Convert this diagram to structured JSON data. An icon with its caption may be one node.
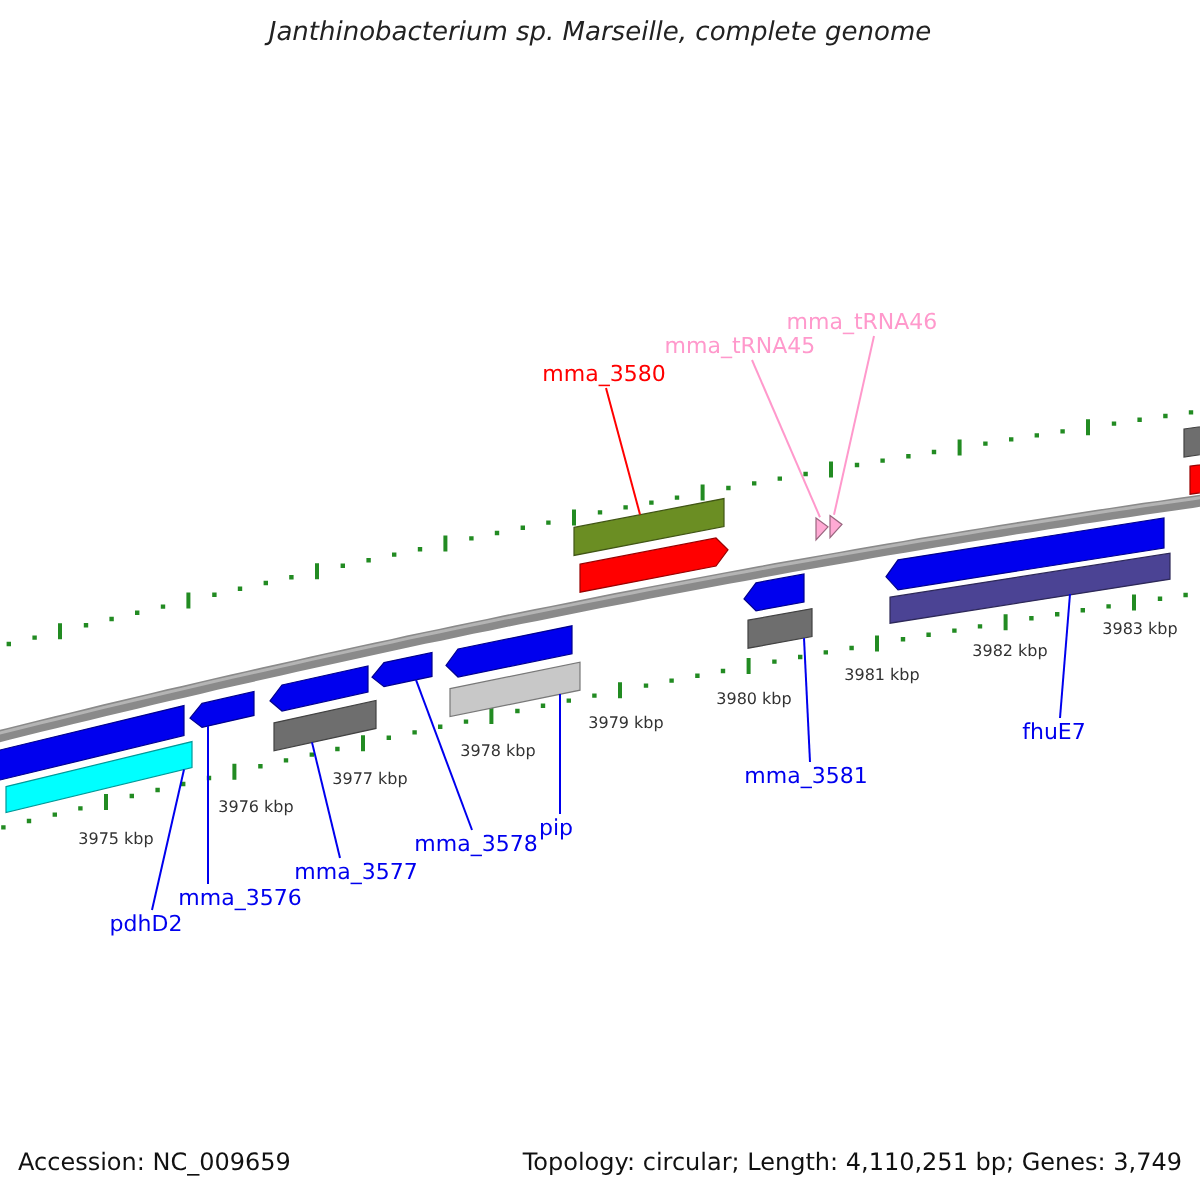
{
  "diagram": {
    "title": "Janthinobacterium sp. Marseille, complete genome",
    "nodes": [
      {
        "text": [
          "mma_3580"
        ]
      },
      {
        "text": [
          "mma_tRNA45"
        ]
      },
      {
        "text": [
          "mma_tRNA46"
        ]
      },
      {
        "text": [],
        "shape": "bar"
      },
      {
        "text": [],
        "shape": "arrow"
      },
      {
        "text": [],
        "shape": "arrow"
      },
      {
        "text": [],
        "shape": "bar"
      },
      {
        "text": [],
        "shape": "arrow"
      },
      {
        "text": [],
        "shape": "bar"
      },
      {
        "text": [],
        "shape": "arrow"
      },
      {
        "text": [],
        "shape": "bar"
      },
      {
        "text": [],
        "shape": "bar"
      },
      {
        "text": [],
        "shape": "bar"
      },
      {
        "text": [
          "pdhD2"
        ]
      },
      {
        "text": [
          "mma_3576"
        ]
      },
      {
        "text": [
          "mma_3577"
        ]
      },
      {
        "text": [
          "mma_3578"
        ]
      },
      {
        "text": [
          "pip"
        ]
      },
      {
        "text": [
          "mma_3581"
        ]
      },
      {
        "text": [
          "fhuE7"
        ]
      },
      {
        "text": [],
        "shape": "arrow"
      },
      {
        "text": [],
        "shape": "arrow"
      },
      {
        "text": [],
        "shape": "arrow"
      },
      {
        "text": [],
        "shape": "arrow"
      },
      {
        "text": [],
        "shape": "arrow"
      },
      {
        "text": [],
        "shape": "arrow"
      },
      {
        "text": [],
        "shape": "bar"
      },
      {
        "text": [],
        "shape": "bar"
      }
    ],
    "edges": [
      {
        "from": 0,
        "to": 3,
        "arrow": "none",
        "color": "#ff0000"
      },
      {
        "from": 1,
        "to": 4,
        "arrow": "none",
        "color": "#ff99cc"
      },
      {
        "from": 2,
        "to": 5,
        "arrow": "none",
        "color": "#ff99cc"
      },
      {
        "from": 13,
        "to": 6,
        "arrow": "none"
      },
      {
        "from": 14,
        "to": 7,
        "arrow": "none"
      },
      {
        "from": 15,
        "to": 8,
        "arrow": "none"
      },
      {
        "from": 16,
        "to": 9,
        "arrow": "none"
      },
      {
        "from": 17,
        "to": 10,
        "arrow": "none"
      },
      {
        "from": 18,
        "to": 11,
        "arrow": "none"
      },
      {
        "from": 19,
        "to": 12,
        "arrow": "none"
      }
    ],
    "labels": [
      "3983 kbp",
      "3982 kbp",
      "3981 kbp",
      "3980 kbp",
      "3979 kbp",
      "3978 kbp",
      "3977 kbp",
      "3976 kbp",
      "3975 kbp",
      "Accession: NC_009659",
      "Topology: circular; Length: 4,110,251 bp; Genes: 3,749"
    ]
  }
}
